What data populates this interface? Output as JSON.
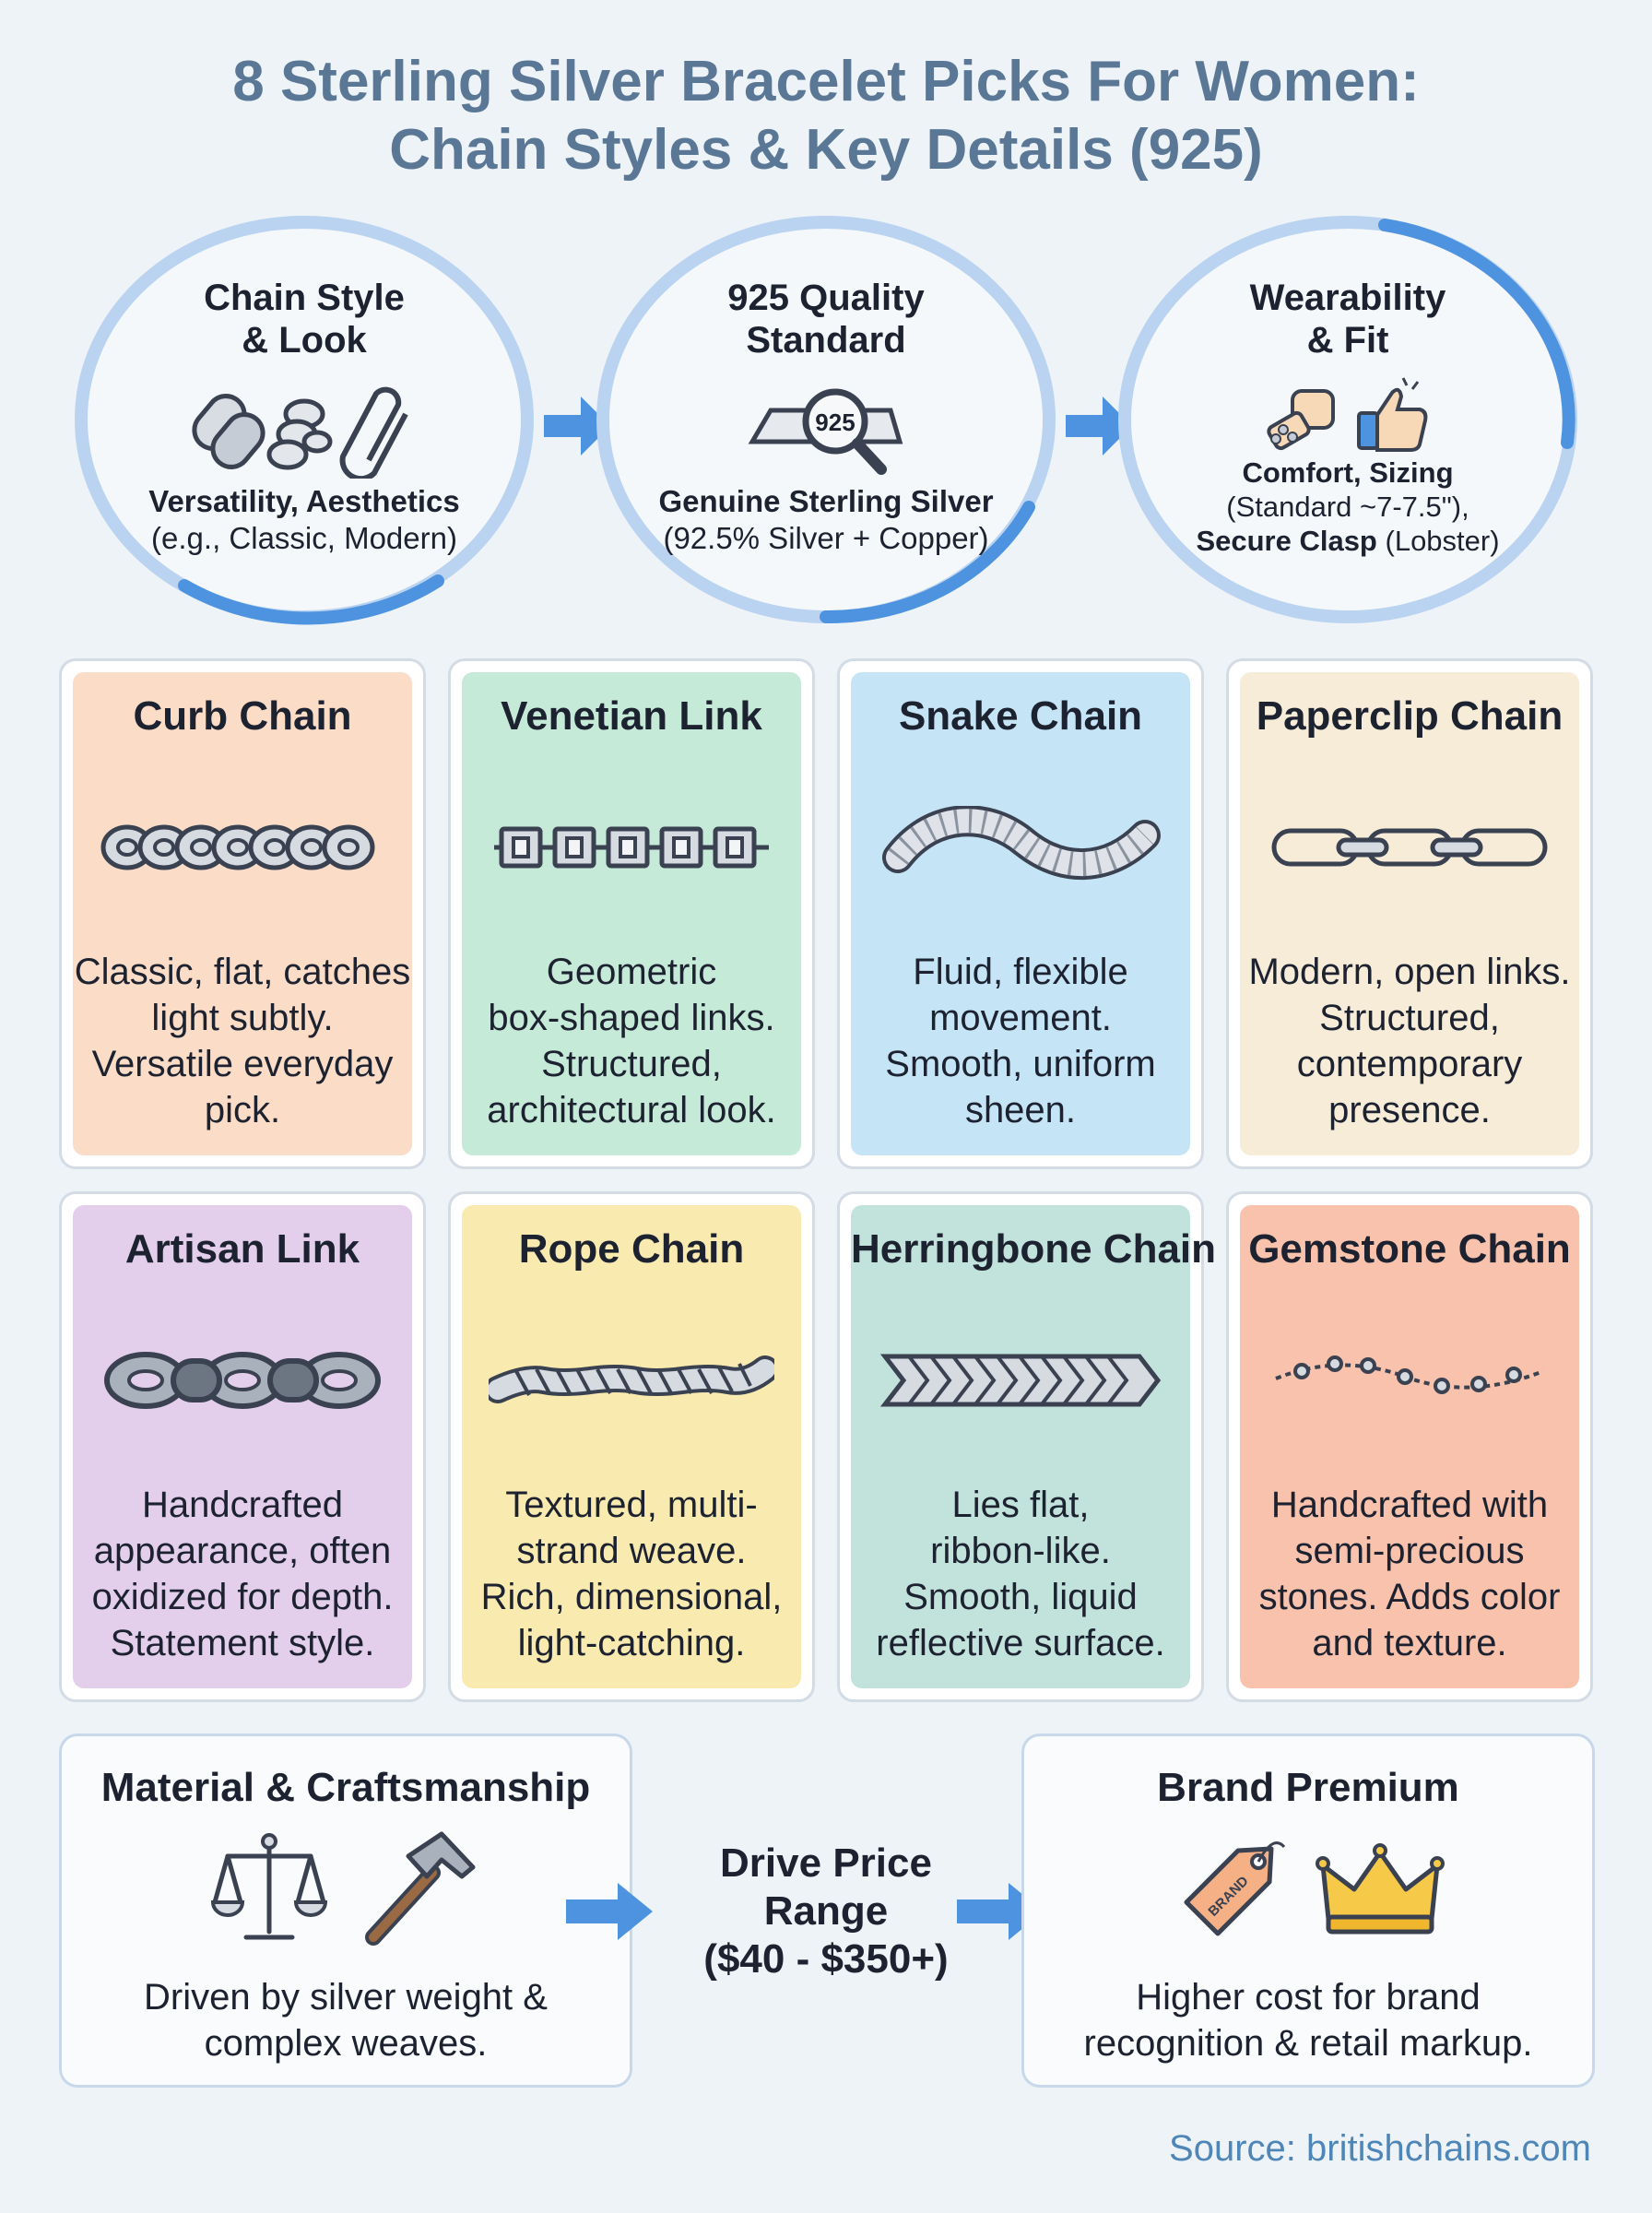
{
  "title": {
    "line1": "8 Sterling Silver Bracelet Picks For Women:",
    "line2": "Chain Styles & Key Details (925)"
  },
  "factors": [
    {
      "heading_line1": "Chain Style",
      "heading_line2": "& Look",
      "icons": [
        "chain-link-icon",
        "rope-knot-icon",
        "paperclip-icon"
      ],
      "strong": "Versatility, Aesthetics",
      "text": "(e.g., Classic, Modern)"
    },
    {
      "heading_line1": "925 Quality",
      "heading_line2": "Standard",
      "icons": [
        "silver-bar-magnifier-icon"
      ],
      "stamp": "925",
      "strong": "Genuine Sterling Silver",
      "text": "(92.5% Silver + Copper)"
    },
    {
      "heading_line1": "Wearability",
      "heading_line2": "& Fit",
      "icons": [
        "wrist-bracelet-icon",
        "thumbs-up-icon"
      ],
      "strong": "Comfort, Sizing",
      "text": "(Standard ~7-7.5\"),",
      "strong2": "Secure Clasp",
      "text2": "(Lobster)"
    }
  ],
  "cards": [
    {
      "title": "Curb Chain",
      "bg": "#fbdcc6",
      "icon": "curb-chain-icon",
      "desc": [
        "Classic, flat, catches",
        "light subtly.",
        "Versatile everyday",
        "pick."
      ]
    },
    {
      "title": "Venetian Link",
      "bg": "#c6ead8",
      "icon": "venetian-chain-icon",
      "desc": [
        "Geometric",
        "box-shaped links.",
        "Structured,",
        "architectural look."
      ]
    },
    {
      "title": "Snake Chain",
      "bg": "#c5e5f7",
      "icon": "snake-chain-icon",
      "desc": [
        "Fluid, flexible",
        "movement.",
        "Smooth, uniform",
        "sheen."
      ]
    },
    {
      "title": "Paperclip Chain",
      "bg": "#f6ecd8",
      "icon": "paperclip-chain-icon",
      "desc": [
        "Modern, open links.",
        "Structured,",
        "contemporary",
        "presence."
      ]
    },
    {
      "title": "Artisan Link",
      "bg": "#e3cfeb",
      "icon": "artisan-chain-icon",
      "desc": [
        "Handcrafted",
        "appearance, often",
        "oxidized for depth.",
        "Statement style."
      ]
    },
    {
      "title": "Rope Chain",
      "bg": "#f9eab0",
      "icon": "rope-chain-icon",
      "desc": [
        "Textured, multi-",
        "strand weave.",
        "Rich, dimensional,",
        "light-catching."
      ]
    },
    {
      "title": "Herringbone Chain",
      "bg": "#c2e2dc",
      "icon": "herringbone-chain-icon",
      "desc": [
        "Lies flat,",
        "ribbon-like.",
        "Smooth, liquid",
        "reflective surface."
      ]
    },
    {
      "title": "Gemstone Chain",
      "bg": "#f9c2ac",
      "icon": "gemstone-chain-icon",
      "desc": [
        "Handcrafted with",
        "semi-precious",
        "stones. Adds color",
        "and texture."
      ]
    }
  ],
  "price": {
    "left": {
      "title": "Material & Craftsmanship",
      "icons": [
        "scales-icon",
        "hammer-icon"
      ],
      "desc": [
        "Driven by silver weight &",
        "complex weaves."
      ]
    },
    "center": [
      "Drive Price",
      "Range",
      "($40 - $350+)"
    ],
    "right": {
      "title": "Brand Premium",
      "icons": [
        "brand-tag-icon",
        "crown-icon"
      ],
      "tag_text": "BRAND",
      "desc": [
        "Higher cost for brand",
        "recognition & retail markup."
      ]
    }
  },
  "source": "Source: britishchains.com",
  "colors": {
    "title": "#5a7896",
    "ring_light": "#b9d3f0",
    "ring_accent": "#4d93e0",
    "arrow": "#4d93e0",
    "source": "#4f86b8"
  }
}
